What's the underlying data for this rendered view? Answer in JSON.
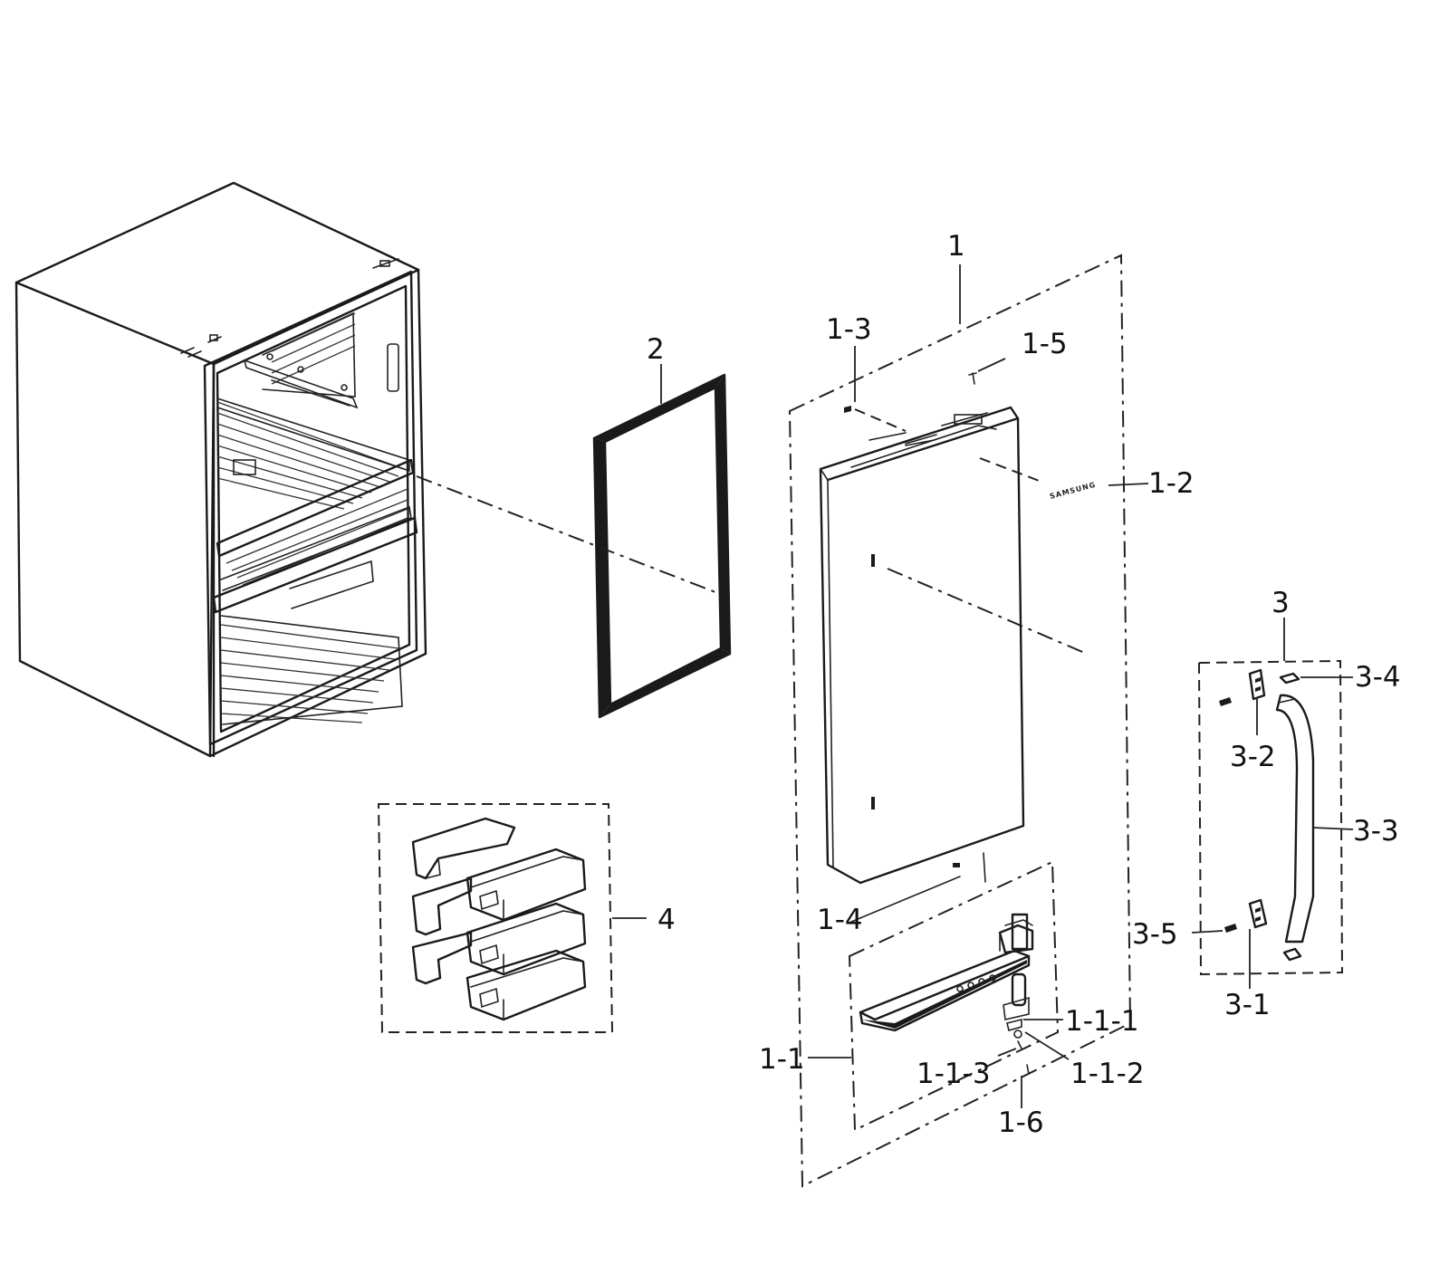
{
  "labels": {
    "l1": "1",
    "l1_1": "1-1",
    "l1_1_1": "1-1-1",
    "l1_1_2": "1-1-2",
    "l1_1_3": "1-1-3",
    "l1_2": "1-2",
    "l1_3": "1-3",
    "l1_4": "1-4",
    "l1_5": "1-5",
    "l1_6": "1-6",
    "l2": "2",
    "l3": "3",
    "l3_1": "3-1",
    "l3_2": "3-2",
    "l3_3": "3-3",
    "l3_4": "3-4",
    "l3_5": "3-5",
    "l4": "4"
  },
  "door_logo": "SAMSUNG"
}
